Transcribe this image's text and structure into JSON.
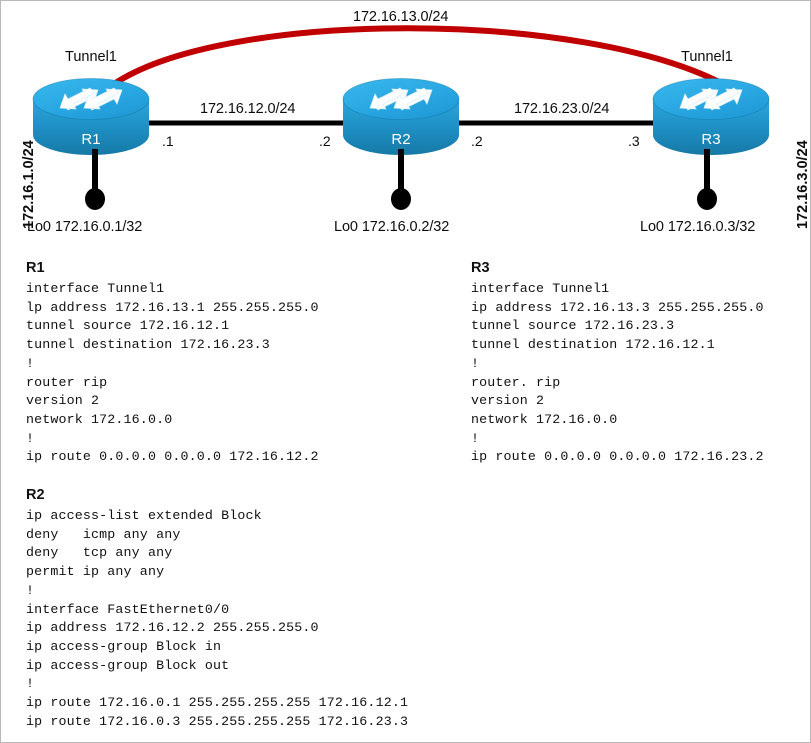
{
  "topology": {
    "tunnel_network_label": "172.16.13.0/24",
    "link_left_label": "172.16.12.0/24",
    "link_right_label": "172.16.23.0/24",
    "tunnel_label_left": "Tunnel1",
    "tunnel_label_right": "Tunnel1",
    "side_label_left": "172.16.1.0/24",
    "side_label_right": "172.16.3.0/24",
    "routers": [
      {
        "name": "R1",
        "loopback": "Lo0 172.16.0.1/32"
      },
      {
        "name": "R2",
        "loopback": "Lo0 172.16.0.2/32"
      },
      {
        "name": "R3",
        "loopback": "Lo0 172.16.0.3/32"
      }
    ],
    "interface_labels": {
      "r1_right": ".1",
      "r2_left": ".2",
      "r2_right": ".2",
      "r3_left": ".3"
    },
    "colors": {
      "router_top": "#29abe2",
      "router_side": "#1b86b8",
      "tunnel_arc": "#c00000",
      "link_line": "#000000"
    }
  },
  "configs": {
    "r1": {
      "title": "R1",
      "lines": [
        "interface Tunnel1",
        "lp address 172.16.13.1 255.255.255.0",
        "tunnel source 172.16.12.1",
        "tunnel destination 172.16.23.3",
        "!",
        "router rip",
        "version 2",
        "network 172.16.0.0",
        "!",
        "ip route 0.0.0.0 0.0.0.0 172.16.12.2"
      ]
    },
    "r3": {
      "title": "R3",
      "lines": [
        "interface Tunnel1",
        "ip address 172.16.13.3 255.255.255.0",
        "tunnel source 172.16.23.3",
        "tunnel destination 172.16.12.1",
        "!",
        "router. rip",
        "version 2",
        "network 172.16.0.0",
        "!",
        "ip route 0.0.0.0 0.0.0.0 172.16.23.2"
      ]
    },
    "r2": {
      "title": "R2",
      "lines": [
        "ip access-list extended Block",
        "deny   icmp any any",
        "deny   tcp any any",
        "permit ip any any",
        "!",
        "interface FastEthernet0/0",
        "ip address 172.16.12.2 255.255.255.0",
        "ip access-group Block in",
        "ip access-group Block out",
        "!",
        "ip route 172.16.0.1 255.255.255.255 172.16.12.1",
        "ip route 172.16.0.3 255.255.255.255 172.16.23.3"
      ]
    }
  }
}
